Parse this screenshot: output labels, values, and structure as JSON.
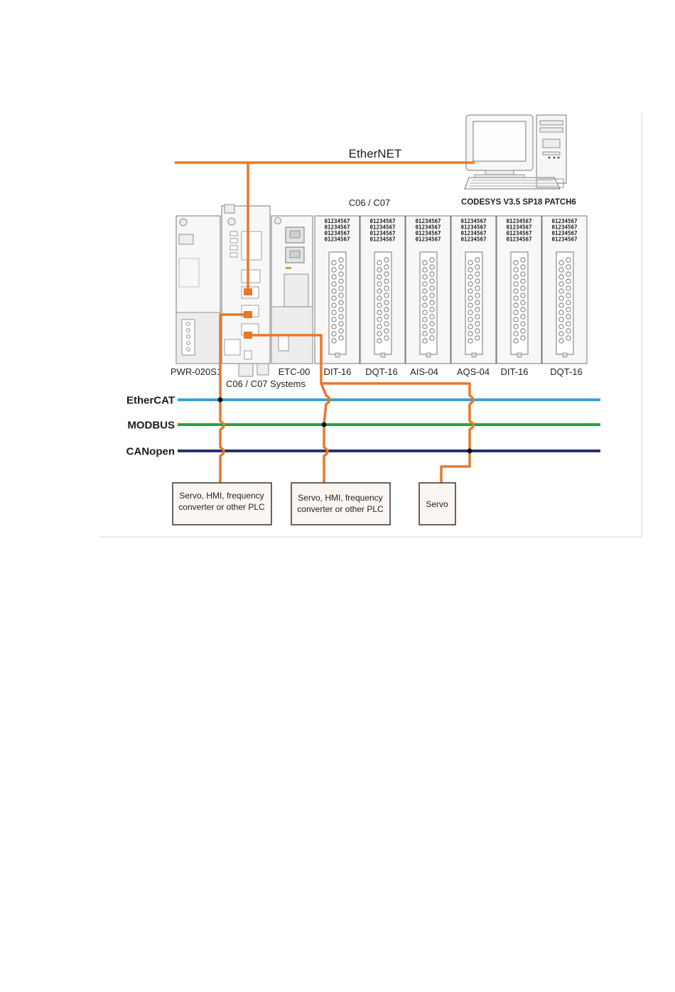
{
  "network": {
    "ethernet_label": "EtherNET",
    "software_label": "CODESYS V3.5 SP18 PATCH6",
    "group_label": "C06 / C07",
    "system_label": "C06 / C07 Systems"
  },
  "buses": [
    {
      "name": "EtherCAT",
      "color": "#3aa3d6"
    },
    {
      "name": "MODBUS",
      "color": "#2e9e48"
    },
    {
      "name": "CANopen",
      "color": "#27306e"
    }
  ],
  "modules": [
    "PWR-020S1",
    "ETC-00",
    "DIT-16",
    "DQT-16",
    "AIS-04",
    "AQS-04",
    "DIT-16",
    "DQT-16"
  ],
  "io_digits": "01234567",
  "devices": [
    {
      "line1": "Servo, HMI, frequency",
      "line2": "converter or other PLC"
    },
    {
      "line1": "Servo, HMI, frequency",
      "line2": "converter or other PLC"
    },
    {
      "line1": "Servo",
      "line2": ""
    }
  ],
  "accent_color": "#e8782a"
}
